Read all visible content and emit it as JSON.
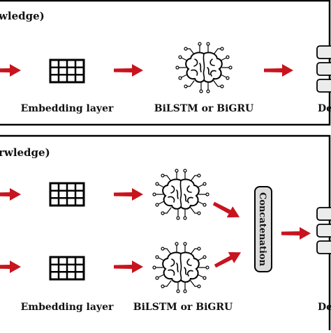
{
  "panel_top": {
    "title": "wledge)",
    "labels": {
      "embedding": "Embedding layer",
      "rnn": "BiLSTM or BiGRU",
      "dense": "De"
    }
  },
  "panel_bottom": {
    "title": "rwledge)",
    "labels": {
      "embedding": "Embedding layer",
      "rnn": "BiLSTM or BiGRU",
      "concat": "Concatenation",
      "dense": "De"
    }
  },
  "colors": {
    "arrow": "#c8141e",
    "border": "#000000",
    "concat_fill": "#dcdcdc"
  },
  "icons": {
    "grid": "embedding-grid-icon",
    "brain": "brain-circuit-icon",
    "stack": "dense-stack-icon"
  }
}
